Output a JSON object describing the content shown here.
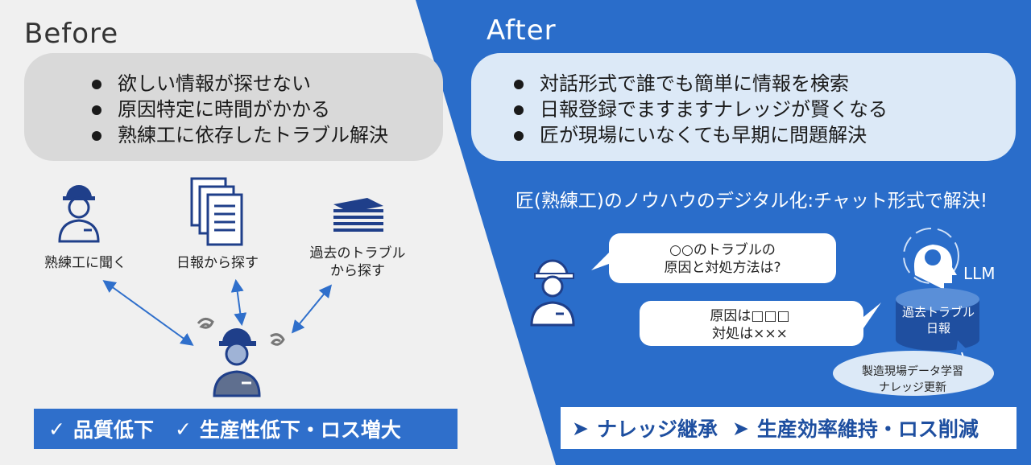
{
  "before": {
    "title": "Before",
    "points": [
      "欲しい情報が探せない",
      "原因特定に時間がかかる",
      "熟練工に依存したトラブル解決"
    ],
    "sources": [
      "熟練工に聞く",
      "日報から探す",
      "過去のトラブル",
      "から探す"
    ],
    "outcomes": [
      "品質低下",
      "生産性低下・ロス増大"
    ],
    "outcome_mark": "✓"
  },
  "after": {
    "title": "After",
    "points": [
      "対話形式で誰でも簡単に情報を検索",
      "日報登録でますますナレッジが賢くなる",
      "匠が現場にいなくても早期に問題解決"
    ],
    "subtitle": "匠(熟練工)のノウハウのデジタル化:チャット形式で解決!",
    "question": [
      "○○のトラブルの",
      "原因と対処方法は?"
    ],
    "answer": [
      "原因は□□□",
      "対処は×××"
    ],
    "llm_label": "LLM",
    "database": [
      "過去トラブル",
      "日報"
    ],
    "learning": [
      "製造現場データ学習",
      "ナレッジ更新"
    ],
    "outcomes": [
      "ナレッジ継承",
      "生産効率維持・ロス削減"
    ],
    "outcome_mark": "➤"
  },
  "colors": {
    "before_bg": "#f0f0f0",
    "after_bg": "#2a6dca",
    "accent": "#2f6fcb",
    "icon_navy": "#1f3f8a"
  }
}
